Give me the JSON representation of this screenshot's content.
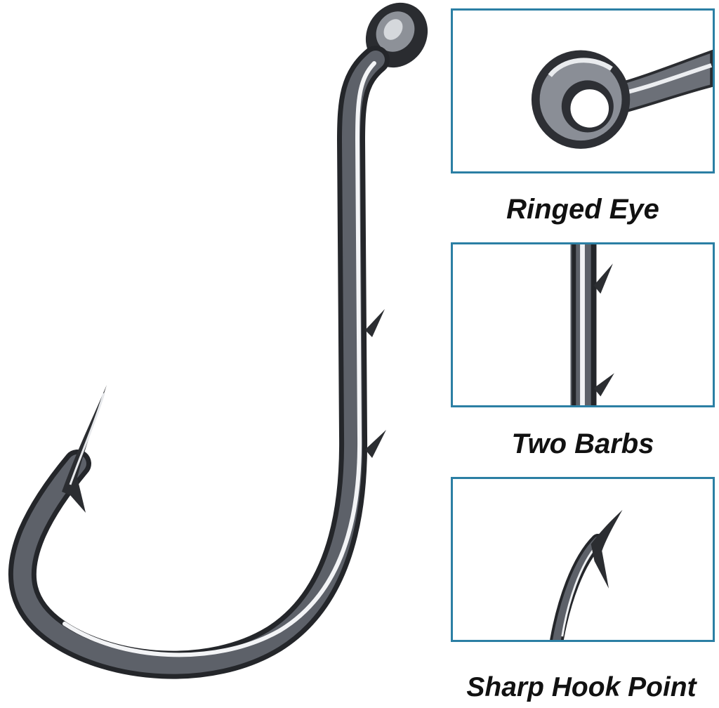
{
  "colors": {
    "panel_border": "#2b7fa4",
    "metal_dark": "#2a2c30",
    "metal_light": "#e8eaee",
    "caption_text": "#111111"
  },
  "callouts": [
    {
      "label": "Ringed Eye"
    },
    {
      "label": "Two Barbs"
    },
    {
      "label": "Sharp Hook Point"
    }
  ]
}
